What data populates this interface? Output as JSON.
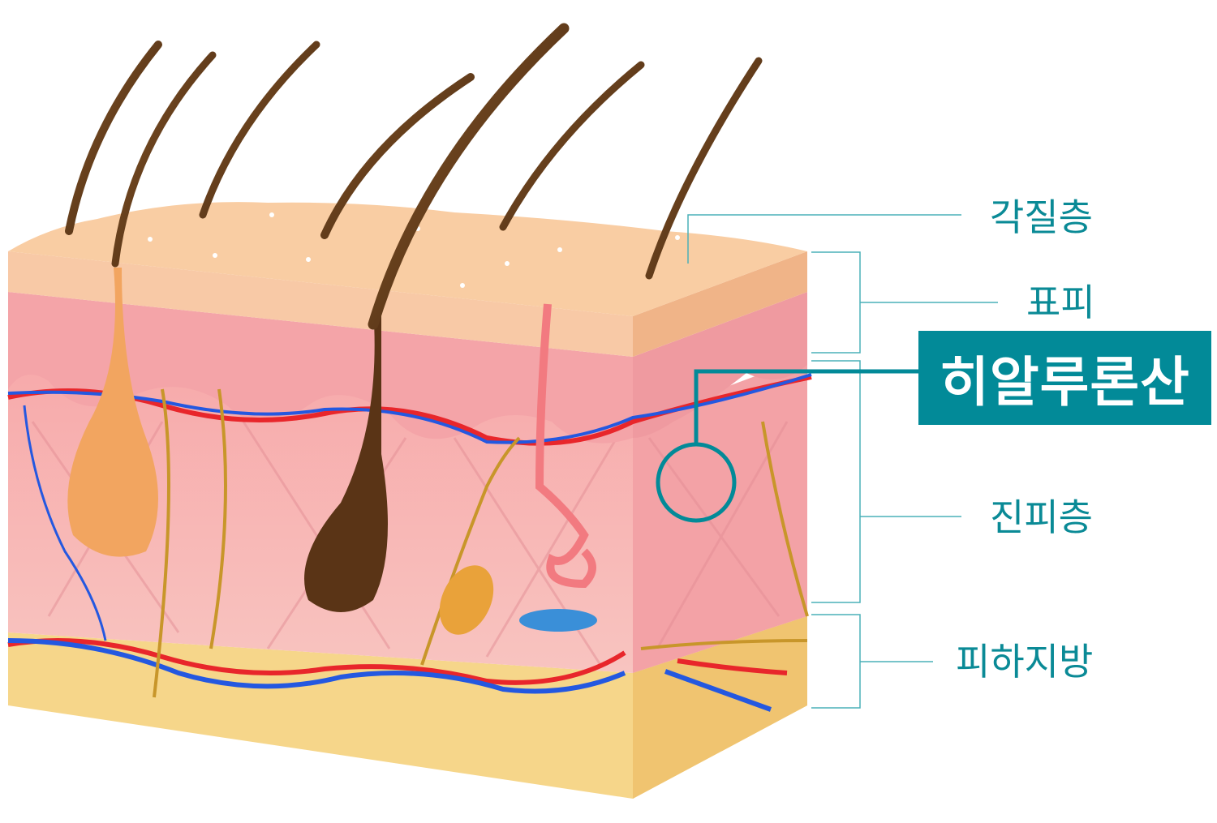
{
  "labels": {
    "stratum_corneum": "각질층",
    "epidermis": "표피",
    "hyaluronic_acid": "히알루론산",
    "dermis": "진피층",
    "subcutaneous_fat": "피하지방"
  },
  "colors": {
    "accent": "#028a98",
    "epidermis": "#f6c9a0",
    "dermis": "#f6b4b4",
    "fat": "#f6d68a",
    "artery": "#e8262b",
    "vein": "#2458e0",
    "nerve": "#c8962a",
    "hair": "#5a3416"
  }
}
